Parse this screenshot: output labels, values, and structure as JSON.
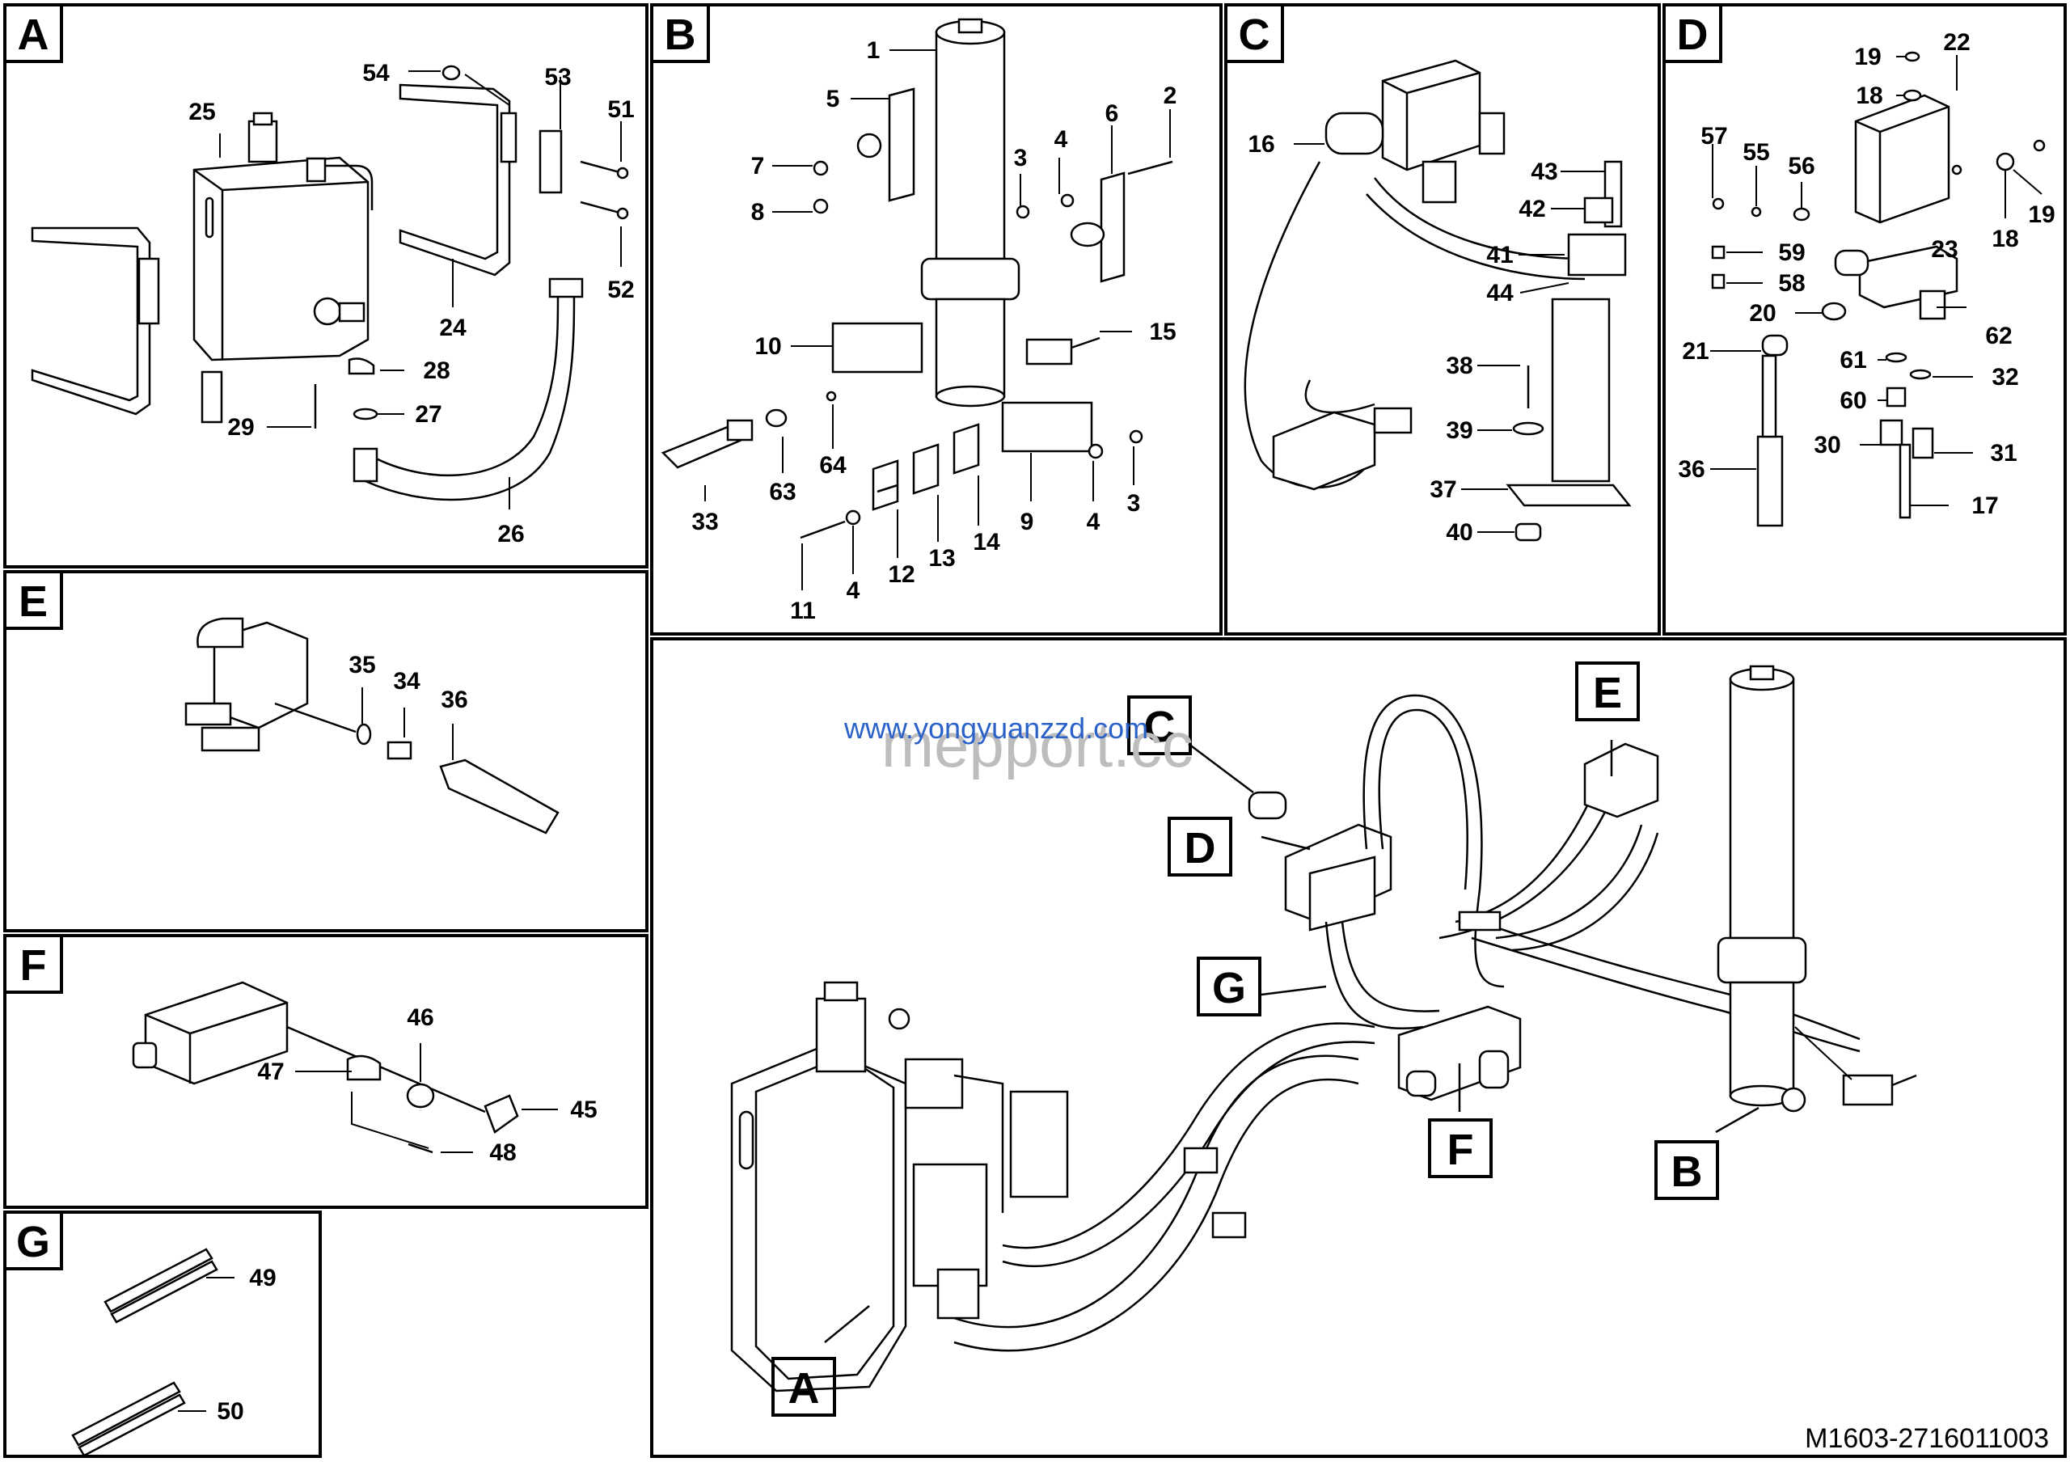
{
  "sections": {
    "A": {
      "label": "A",
      "callouts": [
        "25",
        "54",
        "53",
        "51",
        "52",
        "24",
        "28",
        "27",
        "29",
        "26"
      ]
    },
    "B": {
      "label": "B",
      "callouts": [
        "1",
        "5",
        "6",
        "2",
        "7",
        "4",
        "3",
        "8",
        "10",
        "15",
        "33",
        "63",
        "64",
        "12",
        "13",
        "14",
        "9",
        "4",
        "3",
        "11",
        "4"
      ]
    },
    "C": {
      "label": "C",
      "callouts": [
        "16",
        "43",
        "42",
        "41",
        "44",
        "38",
        "39",
        "37",
        "40"
      ]
    },
    "D": {
      "label": "D",
      "callouts": [
        "19",
        "22",
        "18",
        "57",
        "55",
        "56",
        "19",
        "18",
        "59",
        "23",
        "58",
        "20",
        "62",
        "21",
        "61",
        "32",
        "60",
        "36",
        "30",
        "31",
        "17"
      ]
    },
    "E": {
      "label": "E",
      "callouts": [
        "35",
        "34",
        "36"
      ]
    },
    "F": {
      "label": "F",
      "callouts": [
        "46",
        "47",
        "45",
        "48"
      ]
    },
    "G": {
      "label": "G",
      "callouts": [
        "49",
        "50"
      ]
    }
  },
  "overview": {
    "callouts": [
      "C",
      "D",
      "E",
      "G",
      "F",
      "B",
      "A"
    ]
  },
  "watermark": {
    "url": "www.yongyuanzzd.com",
    "brand": "mepport.cc"
  },
  "footer": {
    "drawing_number": "M1603-2716011003"
  }
}
